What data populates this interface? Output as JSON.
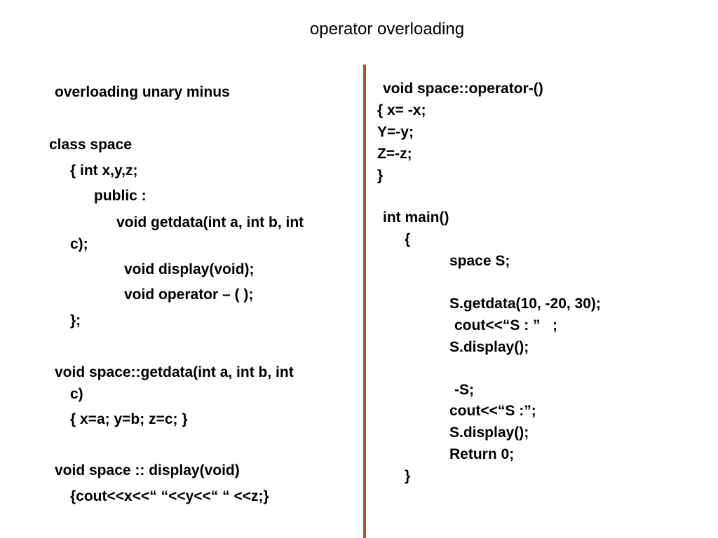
{
  "slide": {
    "title": "operator overloading"
  },
  "left_column": {
    "lines": [
      "overloading unary minus",
      "class space",
      "{ int x,y,z;",
      "public :",
      "void getdata(int a, int b, int",
      "c);",
      "void display(void);",
      "void operator – ( );",
      "};",
      "void space::getdata(int a, int b, int",
      "c)",
      "{ x=a; y=b; z=c; }",
      "void space :: display(void)",
      "{cout<<x<<“ “<<y<<“ “ <<z;}"
    ]
  },
  "right_column": {
    "lines": [
      "void space::operator-()",
      "{ x= -x;",
      "Y=-y;",
      "Z=-z;",
      "}",
      "int main()",
      "{",
      "space S;",
      "S.getdata(10, -20, 30);",
      "cout<<“S : ”   ;",
      "S.display();",
      "-S;",
      "cout<<“S :”;",
      "S.display();",
      "Return 0;",
      "}"
    ]
  },
  "colors": {
    "divider": "#b0502a",
    "text": "#000000",
    "background": "#ffffff"
  }
}
